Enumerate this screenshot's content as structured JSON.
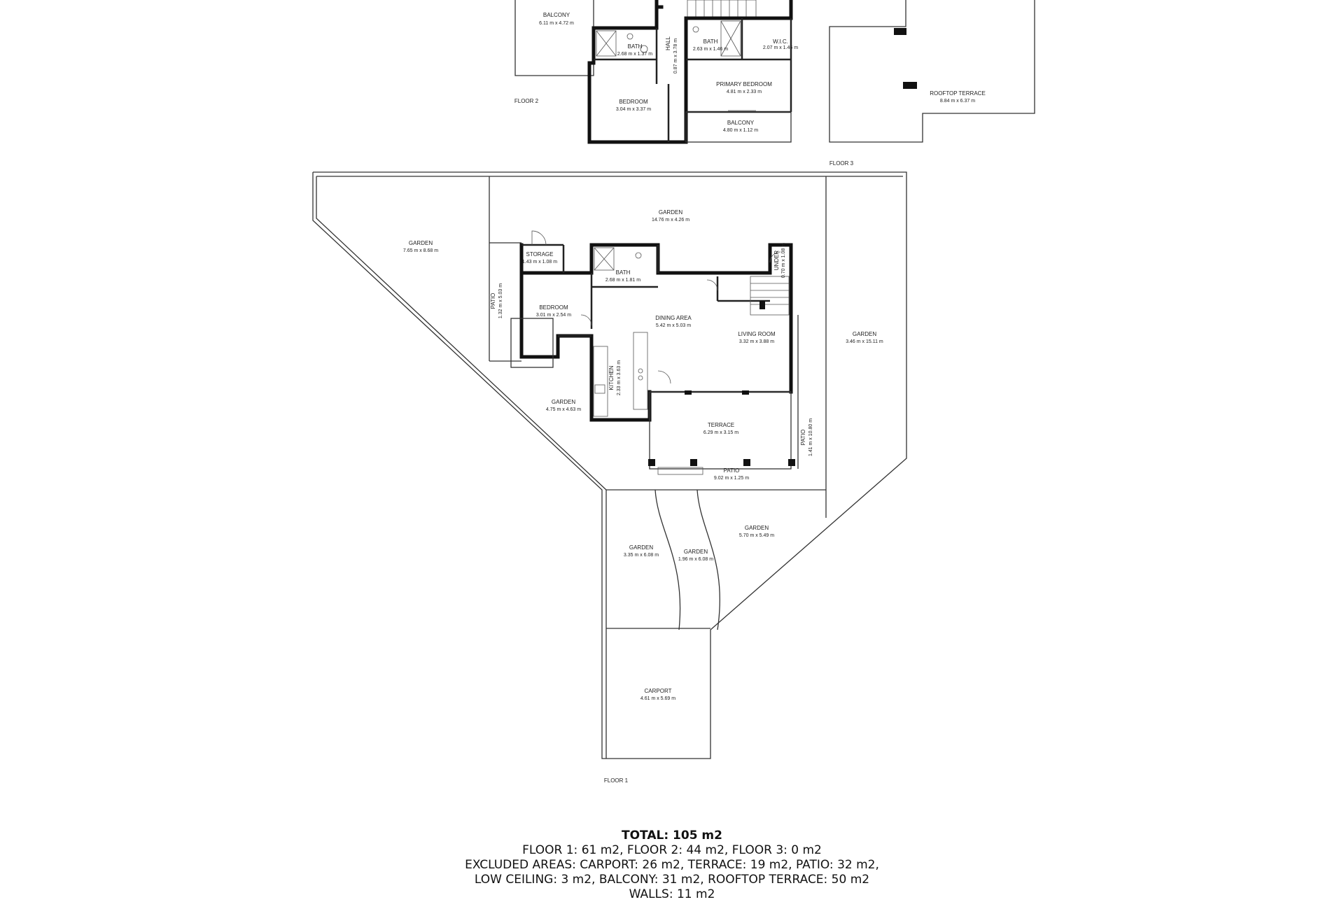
{
  "floors": {
    "floor1": "FLOOR 1",
    "floor2": "FLOOR 2",
    "floor3": "FLOOR 3"
  },
  "rooms": {
    "f2_balcony_large": {
      "name": "BALCONY",
      "dims": "6.11 m x 4.72 m"
    },
    "f2_bath_left": {
      "name": "BATH",
      "dims": "2.68 m x 1.37 m"
    },
    "f2_hall": {
      "name": "HALL",
      "dims": "0.87 m x 3.78 m"
    },
    "f2_bath_right": {
      "name": "BATH",
      "dims": "2.63 m x 1.46 m"
    },
    "f2_wic": {
      "name": "W.I.C.",
      "dims": "2.07 m x 1.46 m"
    },
    "f2_primary_bedroom": {
      "name": "PRIMARY BEDROOM",
      "dims": "4.81 m x 2.33 m"
    },
    "f2_bedroom": {
      "name": "BEDROOM",
      "dims": "3.04 m x 3.37 m"
    },
    "f2_balcony_small": {
      "name": "BALCONY",
      "dims": "4.80 m x 1.12 m"
    },
    "f3_rooftop": {
      "name": "ROOFTOP TERRACE",
      "dims": "8.84 m x 6.37 m"
    },
    "f1_garden_top": {
      "name": "GARDEN",
      "dims": "14.76 m x 4.26 m"
    },
    "f1_garden_left": {
      "name": "GARDEN",
      "dims": "7.65 m x 8.68 m"
    },
    "f1_storage": {
      "name": "STORAGE",
      "dims": "1.43 m x 1.08 m"
    },
    "f1_bath": {
      "name": "BATH",
      "dims": "2.68 m x 1.81 m"
    },
    "f1_under": {
      "name": "UNDER",
      "dims": "0.70 m x 1.08 m"
    },
    "f1_patio_left": {
      "name": "PATIO",
      "dims": "1.32 m x 5.03 m"
    },
    "f1_bedroom": {
      "name": "BEDROOM",
      "dims": "3.01 m x 2.54 m"
    },
    "f1_dining": {
      "name": "DINING AREA",
      "dims": "5.42 m x 5.03 m"
    },
    "f1_living": {
      "name": "LIVING ROOM",
      "dims": "3.32 m x 3.88 m"
    },
    "f1_garden_right": {
      "name": "GARDEN",
      "dims": "3.46 m x 15.11 m"
    },
    "f1_kitchen": {
      "name": "KITCHEN",
      "dims": "2.33 m x 3.63 m"
    },
    "f1_garden_mid": {
      "name": "GARDEN",
      "dims": "4.75 m x 4.63 m"
    },
    "f1_terrace": {
      "name": "TERRACE",
      "dims": "6.29 m x 3.15 m"
    },
    "f1_patio_right": {
      "name": "PATIO",
      "dims": "1.41 m x 10.80 m"
    },
    "f1_patio_bottom": {
      "name": "PATIO",
      "dims": "9.02 m x 1.25 m"
    },
    "f1_garden_br": {
      "name": "GARDEN",
      "dims": "5.70 m x 5.49 m"
    },
    "f1_garden_bl": {
      "name": "GARDEN",
      "dims": "3.35 m x 6.08 m"
    },
    "f1_garden_bm": {
      "name": "GARDEN",
      "dims": "1.96 m x 6.08 m"
    },
    "f1_carport": {
      "name": "CARPORT",
      "dims": "4.61 m x 5.69 m"
    }
  },
  "summary": {
    "total": "TOTAL: 105 m2",
    "line1": "FLOOR 1: 61 m2, FLOOR 2: 44 m2, FLOOR 3: 0 m2",
    "line2": "EXCLUDED AREAS: CARPORT: 26 m2, TERRACE: 19 m2, PATIO: 32 m2,",
    "line3": "LOW CEILING: 3 m2, BALCONY: 31 m2, ROOFTOP TERRACE: 50 m2",
    "line4": "WALLS: 11 m2"
  }
}
